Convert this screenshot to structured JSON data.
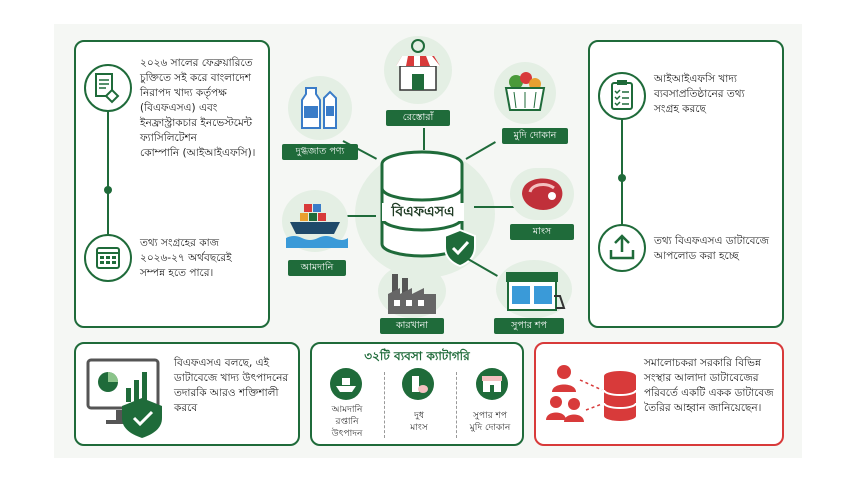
{
  "left_panel": {
    "agreement_text": "২০২৬ সালের ফেব্রুয়ারিতে\nচুক্তিতে সই করে বাংলাদেশ\nনিরাপদ খাদ্য কর্তৃপক্ষ\n(বিএফএসএ) এবং\nইনফ্রাস্ট্রাকচার ইনভেস্টমেন্ট\nফ্যাসিলিটেশন\nকোম্পানি (আইআইএফসি)।",
    "timeline_text": "তথ্য সংগ্রহের কাজ\n২০২৬-২৭ অর্থবছরেই\nসম্পন্ন হতে পারে।"
  },
  "center": {
    "database_label": "বিএফএসএ",
    "nodes": {
      "restaurant": "রেস্তোরাঁ",
      "dairy": "দুগ্ধজাত পণ্য",
      "grocery": "মুদি দোকান",
      "meat": "মাংস",
      "import": "আমদানি",
      "factory": "কারখানা",
      "supershop": "সুপার শপ"
    }
  },
  "right_panel": {
    "collect_text": "আইআইএফসি খাদ্য\nব্যবসাপ্রতিষ্ঠানের তথ্য\nসংগ্রহ করছে",
    "upload_text": "তথ্য বিএফএসএ ডাটাবেজে\nআপলোড করা হচ্ছে"
  },
  "bottom_left": {
    "text": "বিএফএসএ বলছে, এই\nডাটাবেজে খাদ্য উৎপাদনের\nতদারকি আরও শক্তিশালী\nকরবে"
  },
  "bottom_middle": {
    "title": "৩২টি ব্যবসা ক্যাটাগরি",
    "col1": "আমদানি\nরপ্তানি\nউৎপাদন",
    "col2": "দুধ\nমাংস",
    "col3": "সুপার শপ\nমুদি দোকান"
  },
  "bottom_right": {
    "text": "সমালোচকরা সরকারি বিভিন্ন\nসংস্থার আলাদা ডাটাবেজের\nপরিবর্তে একটি একক ডাটাবেজ\nতৈরির আহ্বান জানিয়েছেন।"
  },
  "colors": {
    "green": "#1f6b3a",
    "red": "#d83a3a",
    "light_green": "#e4efe4"
  }
}
